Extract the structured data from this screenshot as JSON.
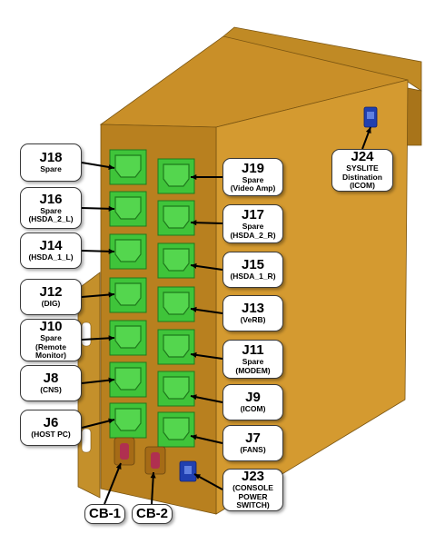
{
  "colors": {
    "enclosure_front": "#b8801f",
    "enclosure_side": "#d49a30",
    "enclosure_top": "#c98f28",
    "connector_green": "#3fc43a",
    "connector_dark": "#1f7a1c",
    "breaker_red": "#b03050",
    "switch_blue": "#2040b0",
    "leader": "#000000"
  },
  "callouts": [
    {
      "key": "j18",
      "id": "J18",
      "lines": [
        "Spare"
      ]
    },
    {
      "key": "j16",
      "id": "J16",
      "lines": [
        "Spare",
        "(HSDA_2_L)"
      ]
    },
    {
      "key": "j14",
      "id": "J14",
      "lines": [
        "(HSDA_1_L)"
      ]
    },
    {
      "key": "j12",
      "id": "J12",
      "lines": [
        "(DIG)"
      ]
    },
    {
      "key": "j10",
      "id": "J10",
      "lines": [
        "Spare",
        "(Remote",
        "Monitor)"
      ]
    },
    {
      "key": "j8",
      "id": "J8",
      "lines": [
        "(CNS)"
      ]
    },
    {
      "key": "j6",
      "id": "J6",
      "lines": [
        "(HOST PC)"
      ]
    },
    {
      "key": "j19",
      "id": "J19",
      "lines": [
        "Spare",
        "(Video Amp)"
      ]
    },
    {
      "key": "j17",
      "id": "J17",
      "lines": [
        "Spare",
        "(HSDA_2_R)"
      ]
    },
    {
      "key": "j15",
      "id": "J15",
      "lines": [
        "(HSDA_1_R)"
      ]
    },
    {
      "key": "j13",
      "id": "J13",
      "lines": [
        "(VeRB)"
      ]
    },
    {
      "key": "j11",
      "id": "J11",
      "lines": [
        "Spare",
        "(MODEM)"
      ]
    },
    {
      "key": "j9",
      "id": "J9",
      "lines": [
        "(ICOM)"
      ]
    },
    {
      "key": "j7",
      "id": "J7",
      "lines": [
        "(FANS)"
      ]
    },
    {
      "key": "j23",
      "id": "J23",
      "lines": [
        "(CONSOLE",
        "POWER",
        "SWITCH)"
      ]
    },
    {
      "key": "j24",
      "id": "J24",
      "lines": [
        "SYSLITE",
        "Distination",
        "(ICOM)"
      ]
    },
    {
      "key": "cb1",
      "id": "CB-1",
      "lines": []
    },
    {
      "key": "cb2",
      "id": "CB-2",
      "lines": []
    }
  ]
}
